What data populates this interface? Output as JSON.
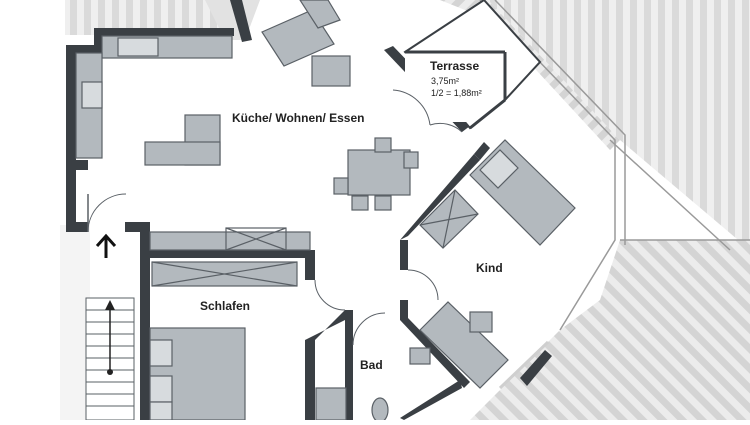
{
  "rooms": {
    "kitchen_living": {
      "label": "Küche/ Wohnen/ Essen"
    },
    "terrace": {
      "label": "Terrasse",
      "area": "3,75m²",
      "half_area": "1/2 = 1,88m²"
    },
    "child": {
      "label": "Kind"
    },
    "bedroom": {
      "label": "Schlafen"
    },
    "bath": {
      "label": "Bad"
    }
  },
  "entrance": {
    "arrow_icon": "up-arrow-icon"
  },
  "colors": {
    "wall": "#3a3f44",
    "furniture_fill": "#b3b9be",
    "furniture_stroke": "#5a6066",
    "roof_stripe": "#d7d7d7",
    "roof_stripe_alt": "#ececec",
    "background": "#ffffff"
  }
}
